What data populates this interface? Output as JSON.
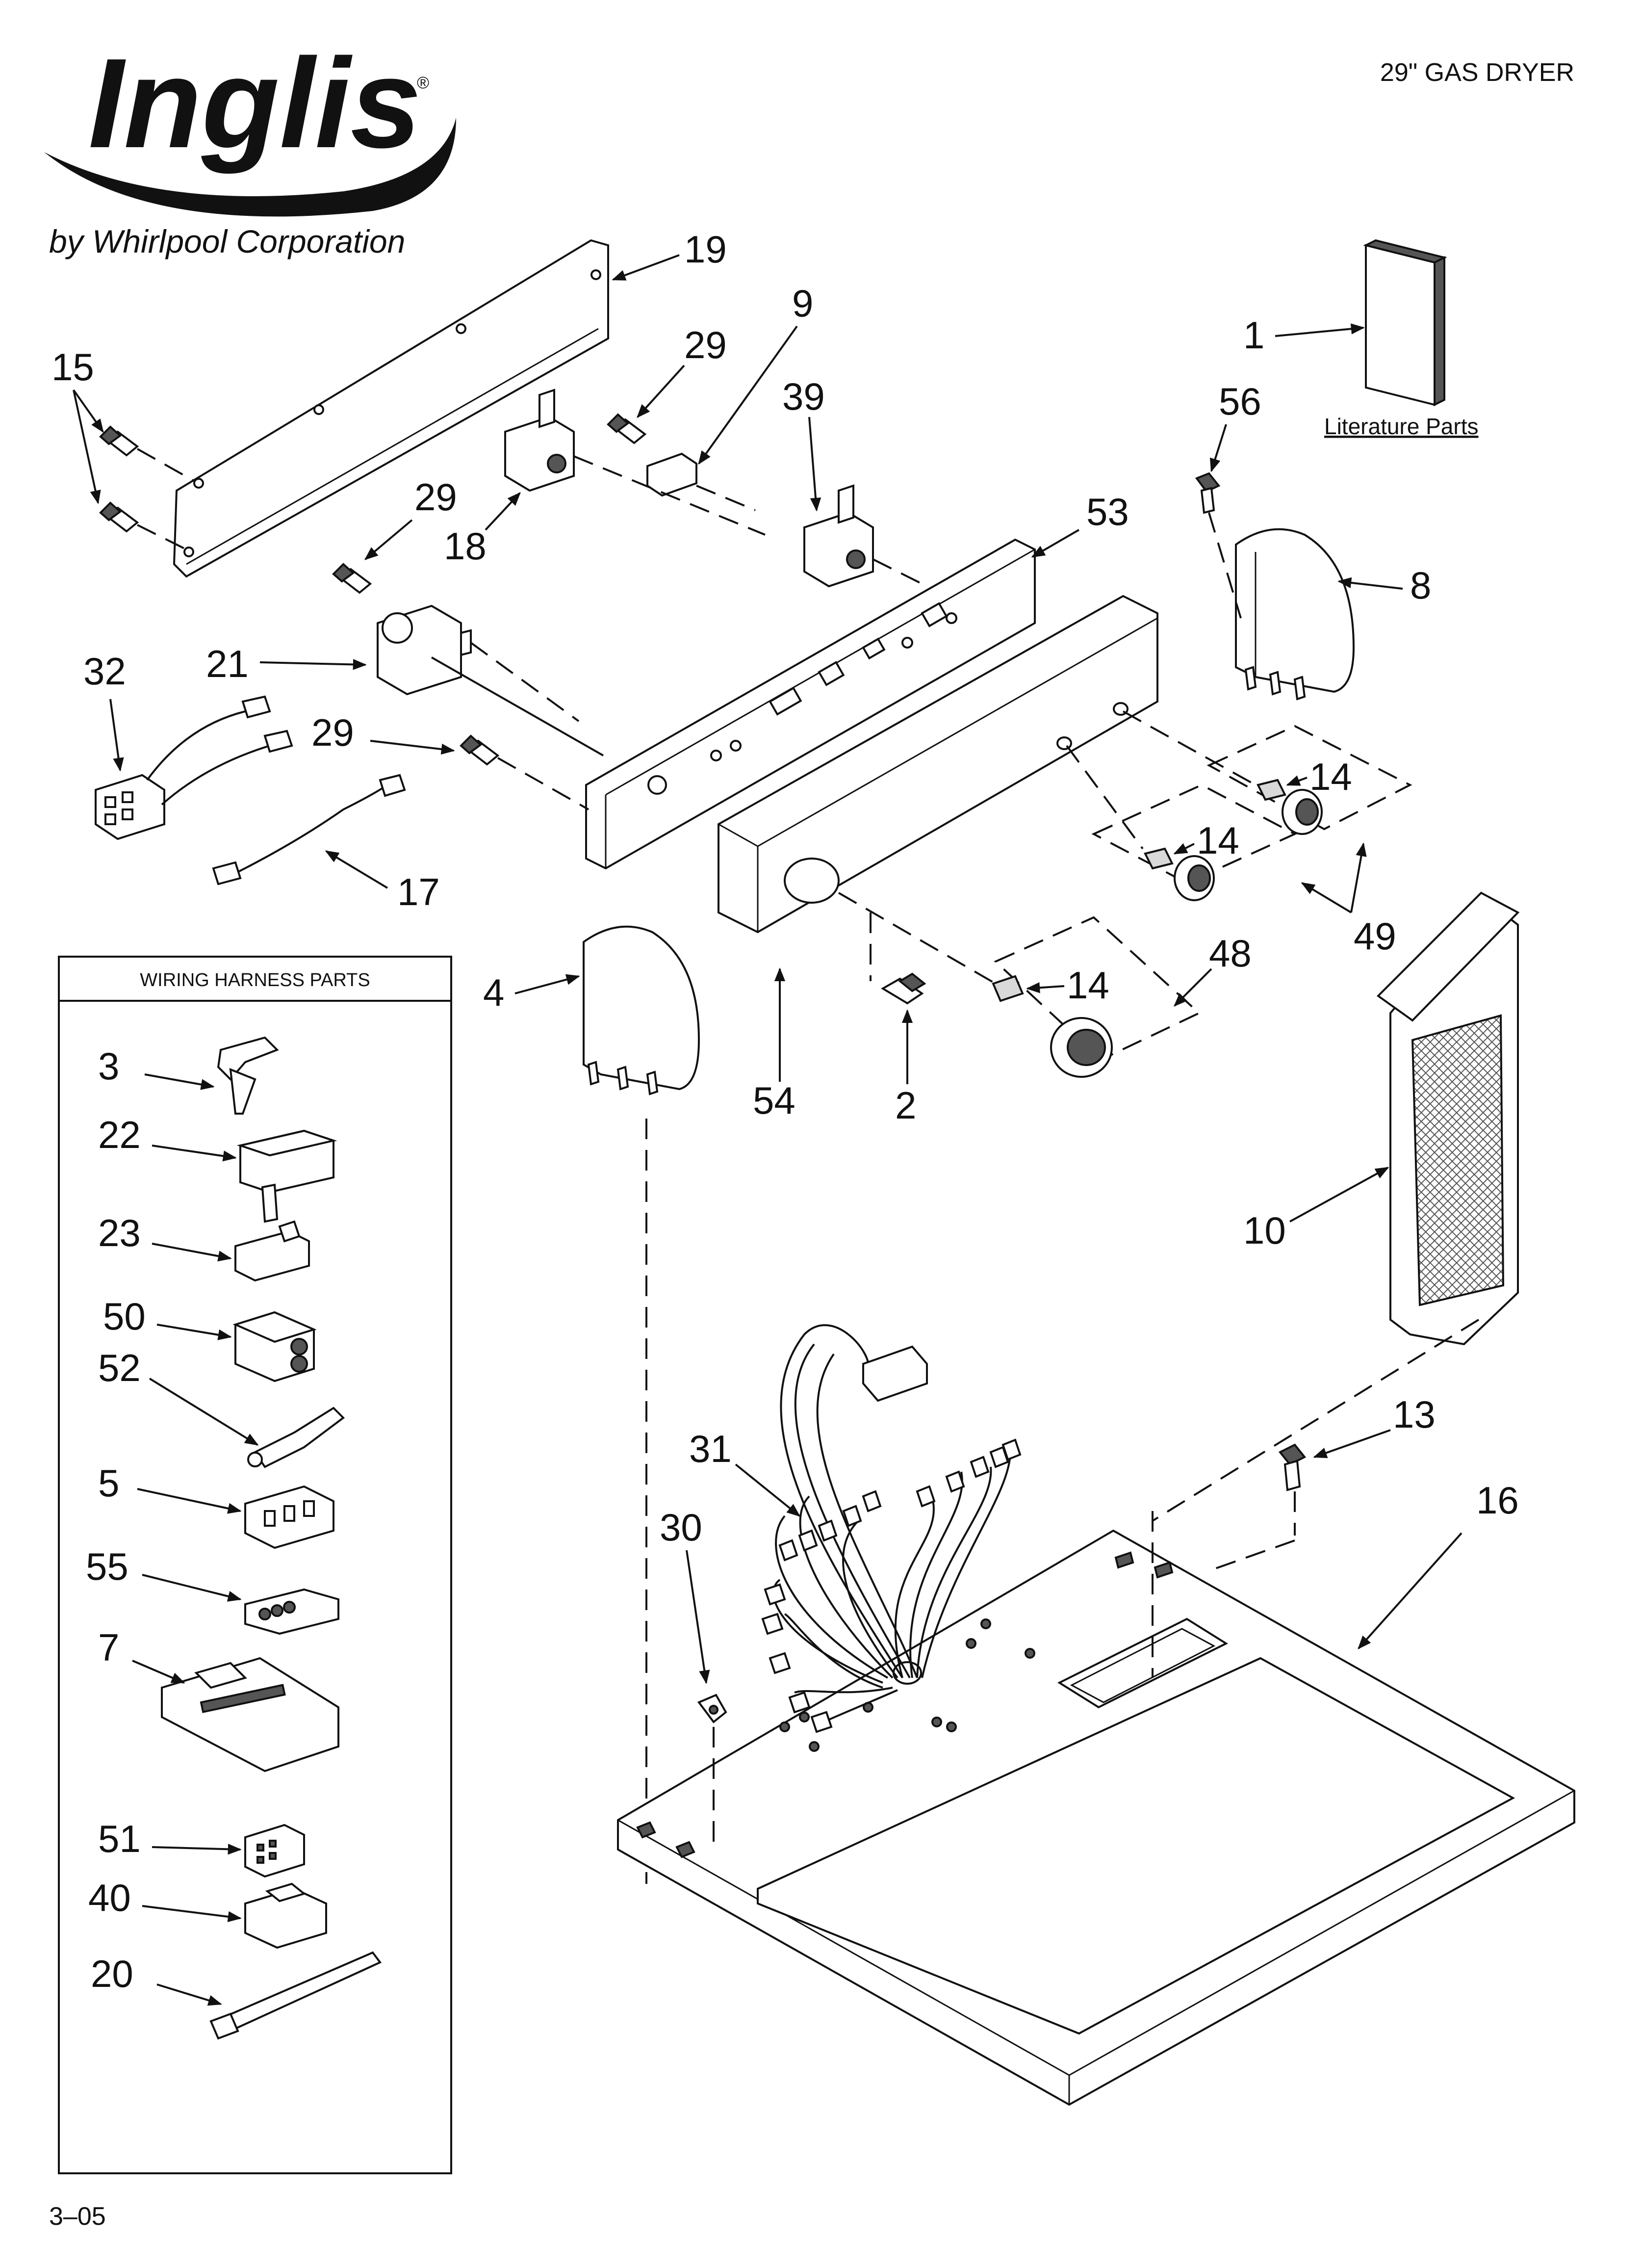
{
  "header": {
    "brand": "Inglis",
    "registered_mark": "®",
    "tagline": "by Whirlpool Corporation",
    "model": "29\" GAS DRYER"
  },
  "literature_label": "Literature Parts",
  "wiring_box_title": "WIRING HARNESS PARTS",
  "footer_code": "3–05",
  "callouts": {
    "c1": "1",
    "c2": "2",
    "c3": "3",
    "c4": "4",
    "c5": "5",
    "c7": "7",
    "c8": "8",
    "c9": "9",
    "c10": "10",
    "c13": "13",
    "c14a": "14",
    "c14b": "14",
    "c14c": "14",
    "c15": "15",
    "c16": "16",
    "c17": "17",
    "c18": "18",
    "c19": "19",
    "c20": "20",
    "c21": "21",
    "c22": "22",
    "c23": "23",
    "c29a": "29",
    "c29b": "29",
    "c29c": "29",
    "c30": "30",
    "c31": "31",
    "c32": "32",
    "c39": "39",
    "c40": "40",
    "c48": "48",
    "c49": "49",
    "c50": "50",
    "c51": "51",
    "c52": "52",
    "c53": "53",
    "c54": "54",
    "c55": "55",
    "c56": "56"
  },
  "colors": {
    "line": "#111111",
    "shade": "#d9d9d9",
    "background": "#ffffff"
  }
}
